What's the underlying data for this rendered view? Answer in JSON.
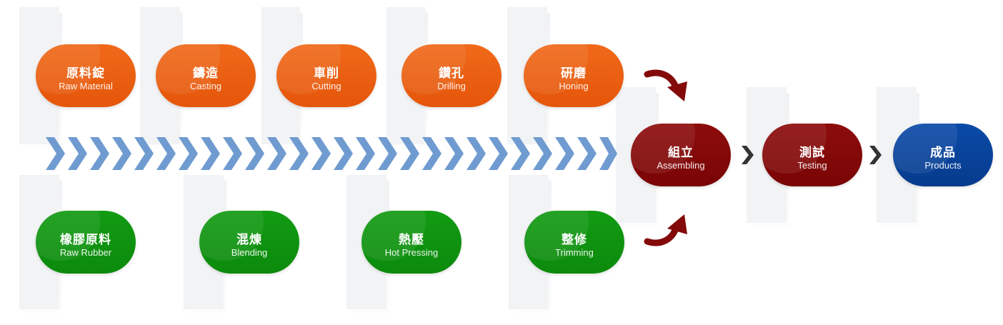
{
  "top_row": [
    {
      "zh": "原料錠",
      "en": "Raw Material"
    },
    {
      "zh": "鑄造",
      "en": "Casting"
    },
    {
      "zh": "車削",
      "en": "Cutting"
    },
    {
      "zh": "鑽孔",
      "en": "Drilling"
    },
    {
      "zh": "研磨",
      "en": "Honing"
    }
  ],
  "bottom_row": [
    {
      "zh": "橡膠原料",
      "en": "Raw Rubber"
    },
    {
      "zh": "混煉",
      "en": "Blending"
    },
    {
      "zh": "熱壓",
      "en": "Hot Pressing"
    },
    {
      "zh": "整修",
      "en": "Trimming"
    }
  ],
  "final_steps": [
    {
      "zh": "組立",
      "en": "Assembling"
    },
    {
      "zh": "測試",
      "en": "Testing"
    },
    {
      "zh": "成品",
      "en": "Products"
    }
  ],
  "colors": {
    "metal": "#e85f10",
    "rubber": "#0f930f",
    "assembly": "#840909",
    "product": "#0844a0",
    "chevron": "#6f9bd0",
    "arrow_dark": "#333333"
  },
  "icons": {
    "flow": "chevron-right-icon",
    "merge": "curved-arrow-icon"
  }
}
